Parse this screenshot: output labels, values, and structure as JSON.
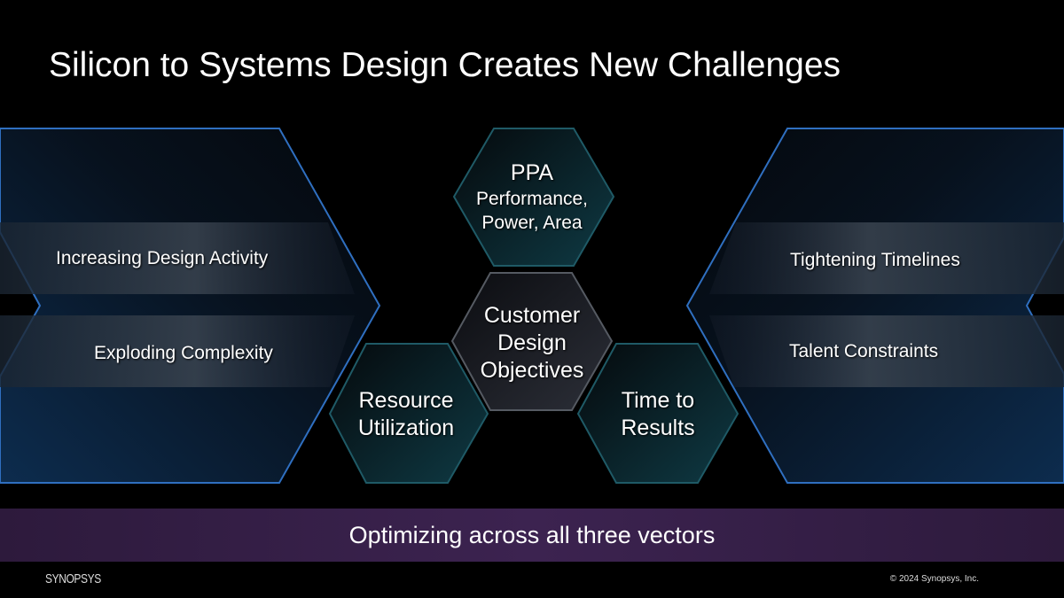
{
  "title": "Silicon to Systems Design Creates New Challenges",
  "left_panel": {
    "items": [
      "Increasing Design Activity",
      "Exploding Complexity"
    ]
  },
  "right_panel": {
    "items": [
      "Tightening Timelines",
      "Talent Constraints"
    ]
  },
  "hexagons": {
    "ppa": {
      "title": "PPA",
      "line1": "Performance,",
      "line2": "Power, Area"
    },
    "center": {
      "line1": "Customer",
      "line2": "Design",
      "line3": "Objectives"
    },
    "resource": {
      "line1": "Resource",
      "line2": "Utilization"
    },
    "time": {
      "line1": "Time to",
      "line2": "Results"
    }
  },
  "banner": "Optimizing across all three vectors",
  "footer": {
    "logo": "SYNOPSYS",
    "copyright": "© 2024 Synopsys, Inc."
  },
  "colors": {
    "chevron_border": "#2f6fc0",
    "hex_border": "#1f5a66",
    "banner": "#3c2350"
  }
}
